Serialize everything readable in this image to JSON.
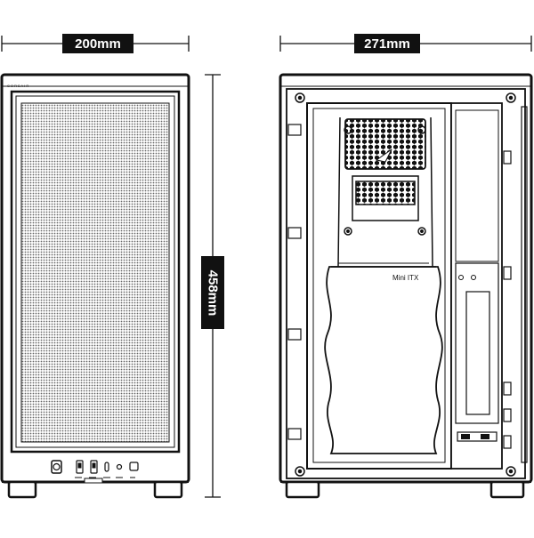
{
  "dimensions": {
    "width_label": "200mm",
    "depth_label": "271mm",
    "height_label": "458mm"
  },
  "front_view": {
    "brand_mark": "CORSAIR",
    "ports": [
      "power-button",
      "usb-a-port",
      "usb-a-port",
      "usb-c-port",
      "reset-button",
      "audio-jack"
    ]
  },
  "side_view": {
    "motherboard_label": "Mini ITX"
  },
  "colors": {
    "line": "#111111",
    "mesh": "#8a8a8a",
    "background": "#ffffff"
  }
}
